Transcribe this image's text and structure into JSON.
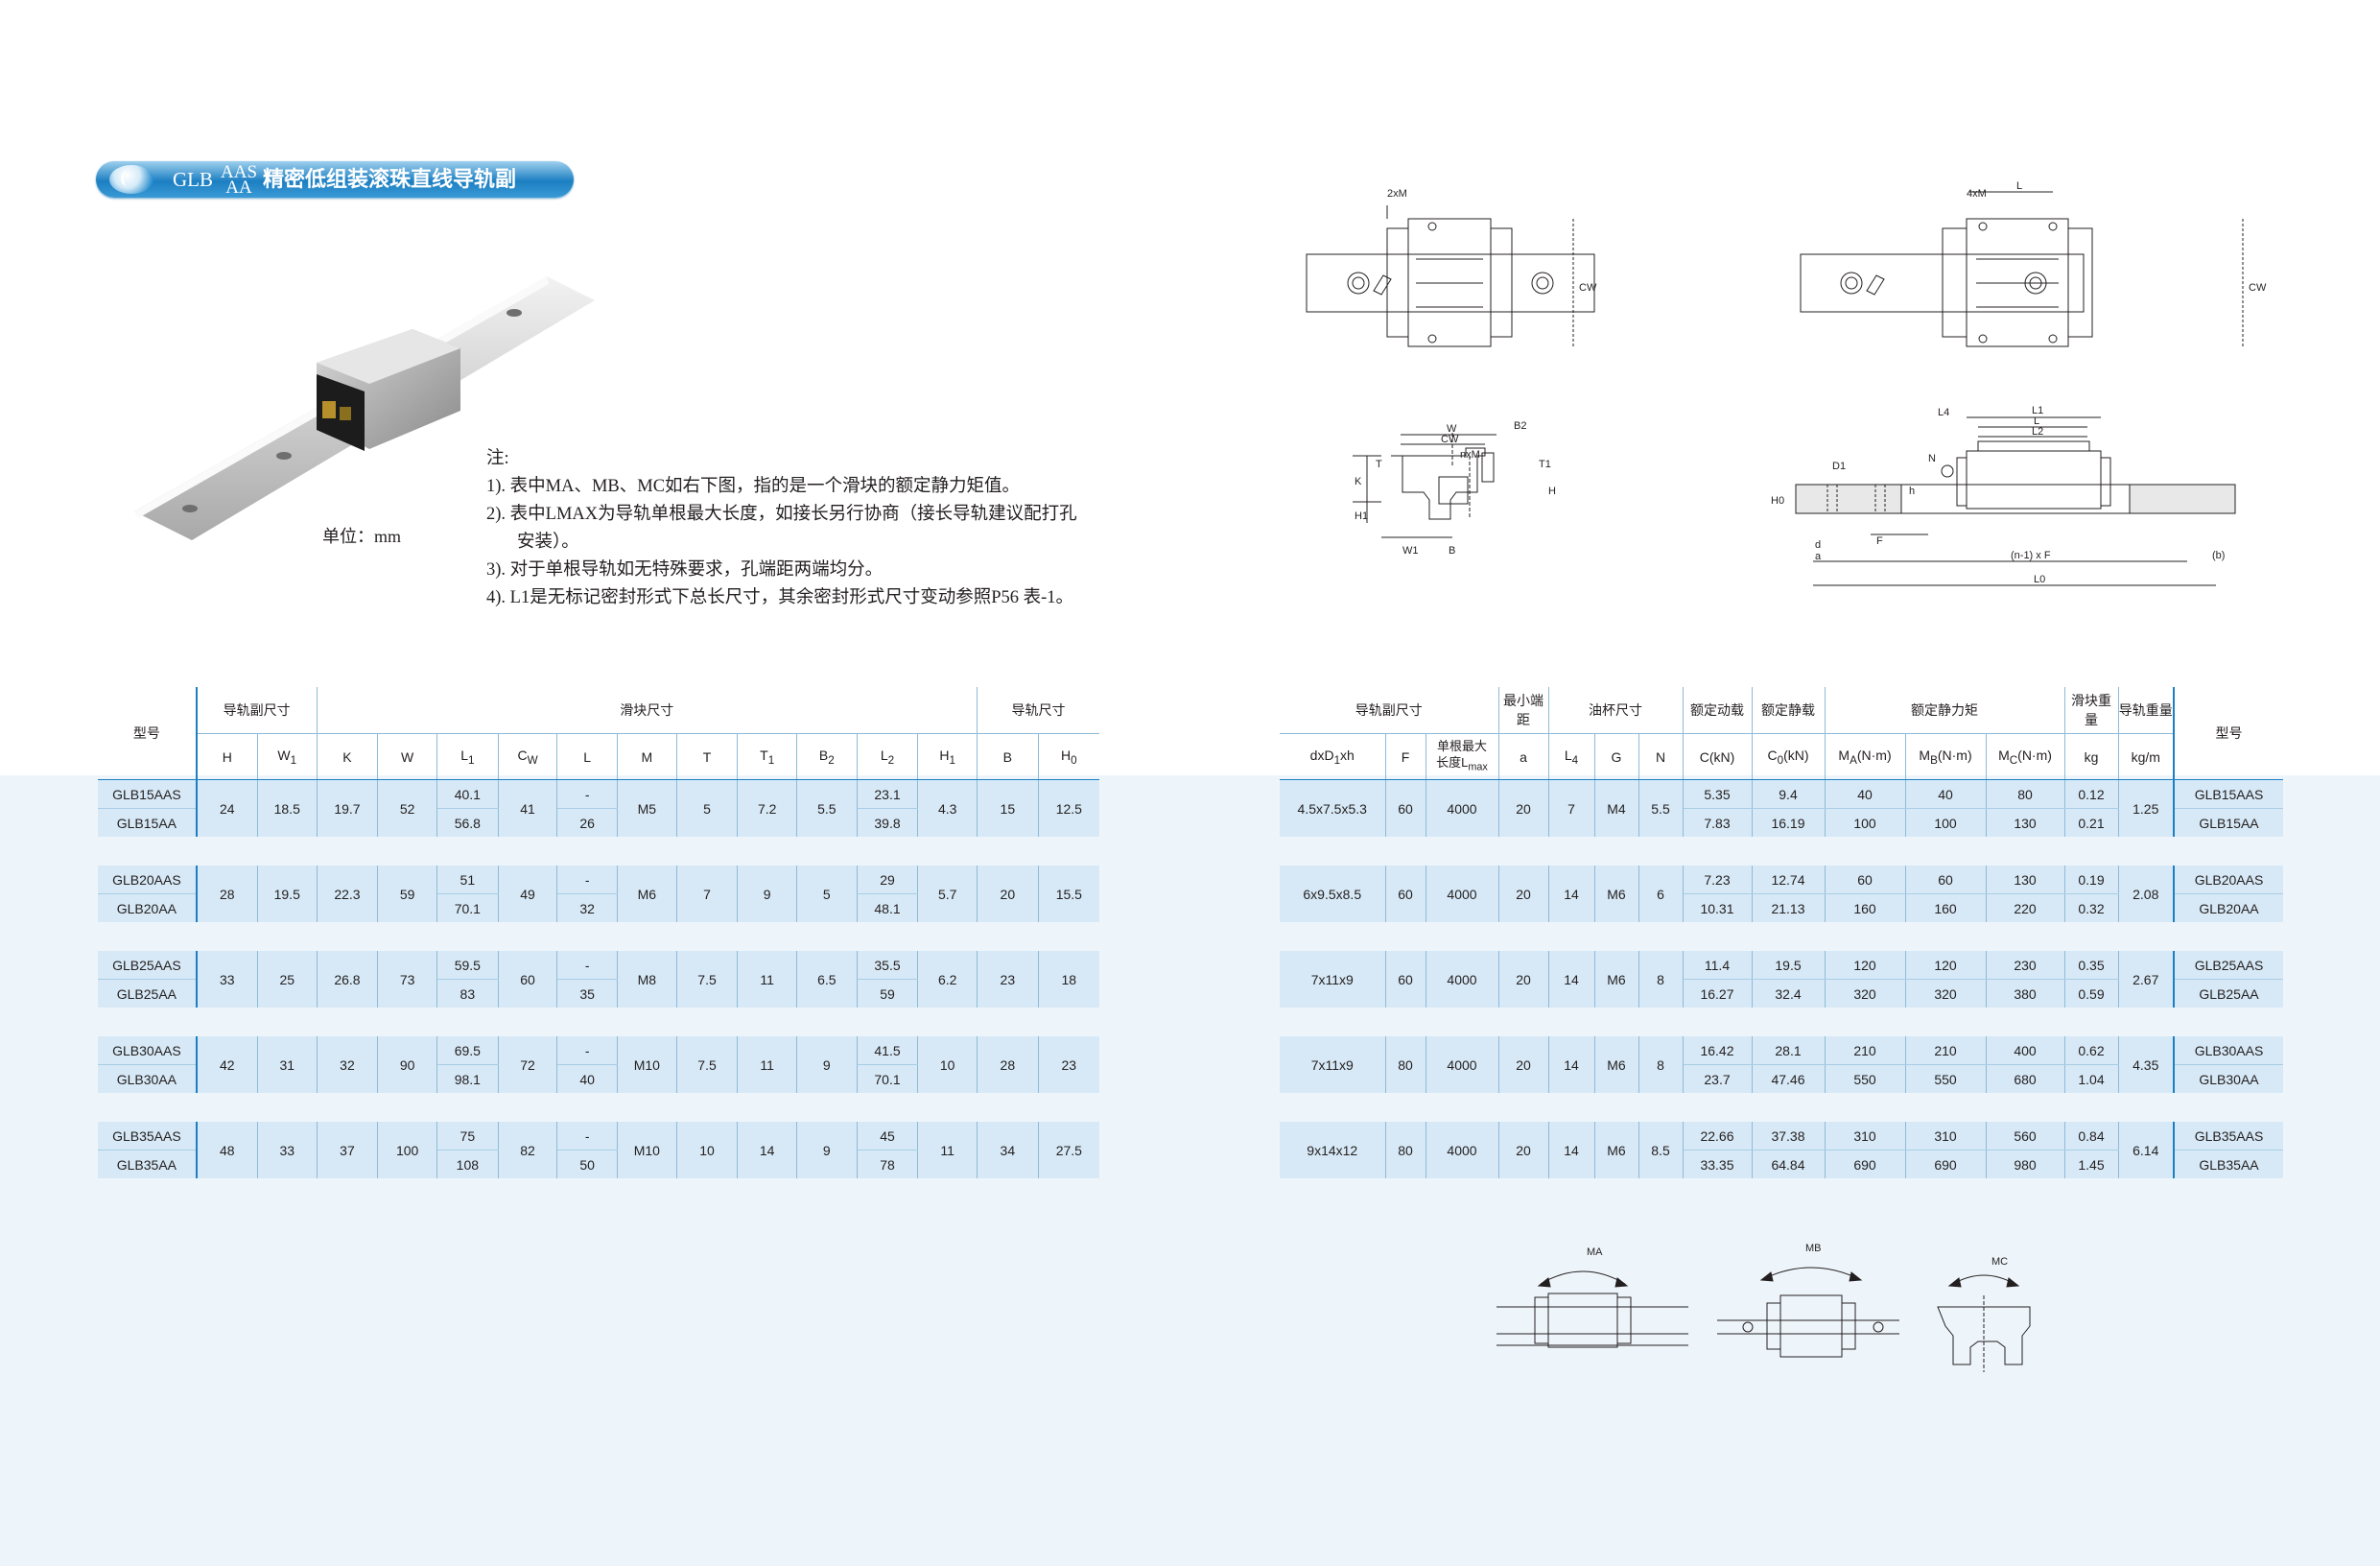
{
  "title": {
    "prefix": "GLB",
    "variant_top": "AAS",
    "variant_bottom": "AA",
    "text": "精密低组装滚珠直线导轨副"
  },
  "unit": "单位：mm",
  "notes": {
    "heading": "注:",
    "items": [
      "1). 表中MA、MB、MC如右下图，指的是一个滑块的额定静力矩值。",
      "2). 表中LMAX为导轨单根最大长度，如接长另行协商（接长导轨建议配打孔",
      "安装）。",
      "3). 对于单根导轨如无特殊要求，孔端距两端均分。",
      "4). L1是无标记密封形式下总长尺寸，其余密封形式尺寸变动参照P56 表-1。"
    ]
  },
  "left_table": {
    "model_header": "型号",
    "group_headers": {
      "assembly": "导轨副尺寸",
      "block": "滑块尺寸",
      "rail": "导轨尺寸"
    },
    "columns": [
      "H",
      "W1",
      "K",
      "W",
      "L1",
      "CW",
      "L",
      "M",
      "T",
      "T1",
      "B2",
      "L2",
      "H1",
      "B",
      "H0"
    ],
    "groups": [
      {
        "models": [
          "GLB15AAS",
          "GLB15AA"
        ],
        "H": "24",
        "W1": "18.5",
        "K": "19.7",
        "W": "52",
        "L1": [
          "40.1",
          "56.8"
        ],
        "CW": "41",
        "L": [
          "-",
          "26"
        ],
        "M": "M5",
        "T": "5",
        "T1": "7.2",
        "B2": "5.5",
        "L2": [
          "23.1",
          "39.8"
        ],
        "H1": "4.3",
        "B": "15",
        "H0": "12.5"
      },
      {
        "models": [
          "GLB20AAS",
          "GLB20AA"
        ],
        "H": "28",
        "W1": "19.5",
        "K": "22.3",
        "W": "59",
        "L1": [
          "51",
          "70.1"
        ],
        "CW": "49",
        "L": [
          "-",
          "32"
        ],
        "M": "M6",
        "T": "7",
        "T1": "9",
        "B2": "5",
        "L2": [
          "29",
          "48.1"
        ],
        "H1": "5.7",
        "B": "20",
        "H0": "15.5"
      },
      {
        "models": [
          "GLB25AAS",
          "GLB25AA"
        ],
        "H": "33",
        "W1": "25",
        "K": "26.8",
        "W": "73",
        "L1": [
          "59.5",
          "83"
        ],
        "CW": "60",
        "L": [
          "-",
          "35"
        ],
        "M": "M8",
        "T": "7.5",
        "T1": "11",
        "B2": "6.5",
        "L2": [
          "35.5",
          "59"
        ],
        "H1": "6.2",
        "B": "23",
        "H0": "18"
      },
      {
        "models": [
          "GLB30AAS",
          "GLB30AA"
        ],
        "H": "42",
        "W1": "31",
        "K": "32",
        "W": "90",
        "L1": [
          "69.5",
          "98.1"
        ],
        "CW": "72",
        "L": [
          "-",
          "40"
        ],
        "M": "M10",
        "T": "7.5",
        "T1": "11",
        "B2": "9",
        "L2": [
          "41.5",
          "70.1"
        ],
        "H1": "10",
        "B": "28",
        "H0": "23"
      },
      {
        "models": [
          "GLB35AAS",
          "GLB35AA"
        ],
        "H": "48",
        "W1": "33",
        "K": "37",
        "W": "100",
        "L1": [
          "75",
          "108"
        ],
        "CW": "82",
        "L": [
          "-",
          "50"
        ],
        "M": "M10",
        "T": "10",
        "T1": "14",
        "B2": "9",
        "L2": [
          "45",
          "78"
        ],
        "H1": "11",
        "B": "34",
        "H0": "27.5"
      }
    ]
  },
  "right_table": {
    "group_headers": {
      "rail": "导轨副尺寸",
      "min_end": "最小端距",
      "nipple": "油杯尺寸",
      "dyn": "额定动载",
      "stat": "额定静载",
      "moment": "额定静力矩",
      "block_w": "滑块重量",
      "rail_w": "导轨重量",
      "model": "型号"
    },
    "columns": [
      "dxD1xh",
      "F",
      "单根最大长度Lmax",
      "a",
      "L4",
      "G",
      "N",
      "C(kN)",
      "C0(kN)",
      "MA(N·m)",
      "MB(N·m)",
      "MC(N·m)",
      "kg",
      "kg/m"
    ],
    "groups": [
      {
        "dxD": "4.5x7.5x5.3",
        "F": "60",
        "Lmax": "4000",
        "a": "20",
        "L4": "7",
        "G": "M4",
        "N": "5.5",
        "C": [
          "5.35",
          "7.83"
        ],
        "C0": [
          "9.4",
          "16.19"
        ],
        "MA": [
          "40",
          "100"
        ],
        "MB": [
          "40",
          "100"
        ],
        "MC": [
          "80",
          "130"
        ],
        "kg": [
          "0.12",
          "0.21"
        ],
        "kgm": "1.25",
        "models": [
          "GLB15AAS",
          "GLB15AA"
        ]
      },
      {
        "dxD": "6x9.5x8.5",
        "F": "60",
        "Lmax": "4000",
        "a": "20",
        "L4": "14",
        "G": "M6",
        "N": "6",
        "C": [
          "7.23",
          "10.31"
        ],
        "C0": [
          "12.74",
          "21.13"
        ],
        "MA": [
          "60",
          "160"
        ],
        "MB": [
          "60",
          "160"
        ],
        "MC": [
          "130",
          "220"
        ],
        "kg": [
          "0.19",
          "0.32"
        ],
        "kgm": "2.08",
        "models": [
          "GLB20AAS",
          "GLB20AA"
        ]
      },
      {
        "dxD": "7x11x9",
        "F": "60",
        "Lmax": "4000",
        "a": "20",
        "L4": "14",
        "G": "M6",
        "N": "8",
        "C": [
          "11.4",
          "16.27"
        ],
        "C0": [
          "19.5",
          "32.4"
        ],
        "MA": [
          "120",
          "320"
        ],
        "MB": [
          "120",
          "320"
        ],
        "MC": [
          "230",
          "380"
        ],
        "kg": [
          "0.35",
          "0.59"
        ],
        "kgm": "2.67",
        "models": [
          "GLB25AAS",
          "GLB25AA"
        ]
      },
      {
        "dxD": "7x11x9",
        "F": "80",
        "Lmax": "4000",
        "a": "20",
        "L4": "14",
        "G": "M6",
        "N": "8",
        "C": [
          "16.42",
          "23.7"
        ],
        "C0": [
          "28.1",
          "47.46"
        ],
        "MA": [
          "210",
          "550"
        ],
        "MB": [
          "210",
          "550"
        ],
        "MC": [
          "400",
          "680"
        ],
        "kg": [
          "0.62",
          "1.04"
        ],
        "kgm": "4.35",
        "models": [
          "GLB30AAS",
          "GLB30AA"
        ]
      },
      {
        "dxD": "9x14x12",
        "F": "80",
        "Lmax": "4000",
        "a": "20",
        "L4": "14",
        "G": "M6",
        "N": "8.5",
        "C": [
          "22.66",
          "33.35"
        ],
        "C0": [
          "37.38",
          "64.84"
        ],
        "MA": [
          "310",
          "690"
        ],
        "MB": [
          "310",
          "690"
        ],
        "MC": [
          "560",
          "980"
        ],
        "kg": [
          "0.84",
          "1.45"
        ],
        "kgm": "6.14",
        "models": [
          "GLB35AAS",
          "GLB35AA"
        ]
      }
    ]
  },
  "drawing_labels": {
    "top1_holes": "2xM",
    "top2_holes": "4xM",
    "top2_L": "L",
    "cw": "CW",
    "sec_W": "W",
    "sec_CW": "CW",
    "sec_B2": "B2",
    "sec_nxM": "nxM",
    "sec_T": "T",
    "sec_T1": "T1",
    "sec_K": "K",
    "sec_H": "H",
    "sec_H1": "H1",
    "sec_W1": "W1",
    "sec_B": "B",
    "side_L4": "L4",
    "side_L1": "L1",
    "side_L": "L",
    "side_L2": "L2",
    "side_D1": "D1",
    "side_N": "N",
    "side_h": "h",
    "side_H0": "H0",
    "side_d": "d",
    "side_F": "F",
    "side_a": "a",
    "side_pitch": "(n-1) x F",
    "side_b": "(b)",
    "side_L0": "L0",
    "moment_a": "MA",
    "moment_b": "MB",
    "moment_c": "MC"
  },
  "colors": {
    "accent": "#1d7fc3",
    "band": "#d7e9f6",
    "text": "#231f20"
  }
}
